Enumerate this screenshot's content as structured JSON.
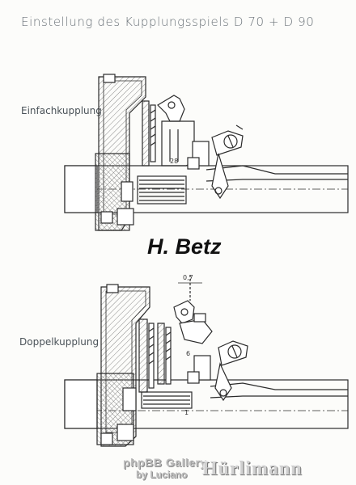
{
  "title": "Einstellung des Kupplungsspiels   D 70 + D 90",
  "labels": {
    "single_clutch": "Einfachkupplung",
    "double_clutch": "Doppelkupplung"
  },
  "author_stamp": "H. Betz",
  "dimensions": {
    "single_gap": "28",
    "double_gap": "0,7",
    "double_small": "6",
    "double_end": "1"
  },
  "watermark": {
    "line1": "phpBB Gallery",
    "line2": "by Luciano",
    "brand": "Hürlimann"
  },
  "colors": {
    "ink": "#2b2b2b",
    "hatch": "#7a7a7a",
    "paper": "#fcfcfa"
  }
}
